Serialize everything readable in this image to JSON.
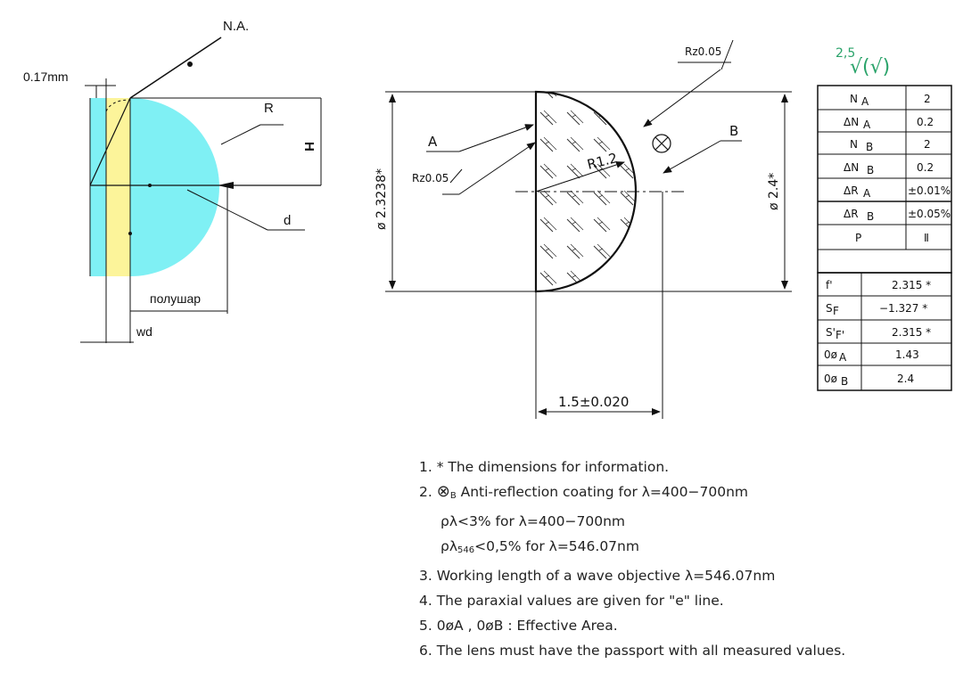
{
  "left_drawing": {
    "label_na": "N.A.",
    "label_thickness": "0.17mm",
    "label_r": "R",
    "label_h": "H",
    "label_d": "d",
    "label_hemisphere": "полушар",
    "label_wd": "wd",
    "colors": {
      "lens": "#7ff0f4",
      "plate": "#fcf49a",
      "ink": "#111111"
    }
  },
  "center_drawing": {
    "label_rz_top": "Rz0.05",
    "label_rz_left": "Rz0.05",
    "label_a": "A",
    "label_b": "B",
    "label_radius": "R1.2",
    "label_dia_left": "ø 2.3238*",
    "label_dia_right": "ø 2.4*",
    "label_width": "1.5±0.020"
  },
  "approval_mark": {
    "text": "2,5",
    "check": "√(√)",
    "color": "#2aa36a"
  },
  "spec_table": {
    "upper_rows": [
      {
        "param": "N",
        "sub": "A",
        "value": "2"
      },
      {
        "param": "ΔN",
        "sub": "A",
        "value": "0.2"
      },
      {
        "param": "N",
        "sub": "B",
        "value": "2"
      },
      {
        "param": "ΔN",
        "sub": "B",
        "value": "0.2"
      },
      {
        "param": "ΔR",
        "sub": "A",
        "value": "±0.01%"
      },
      {
        "param": "ΔR",
        "sub": "B",
        "value": "±0.05%"
      },
      {
        "param": "P",
        "sub": "",
        "value": "Ⅱ"
      }
    ],
    "lower_rows": [
      {
        "param": "f'",
        "value": "2.315 *"
      },
      {
        "param": "S",
        "sub": "F",
        "value": "−1.327 *"
      },
      {
        "param": "S'",
        "sub": "F'",
        "value": "2.315 *"
      },
      {
        "param": "0ø",
        "sub": "A",
        "value": "1.43"
      },
      {
        "param": "0ø",
        "sub": "B",
        "value": "2.4"
      }
    ]
  },
  "notes": [
    "1. * The dimensions for information.",
    "Anti-reflection coating for λ=400−700nm",
    "ρλ<3% for λ=400−700nm",
    "<0,5% for λ=546.07nm",
    "3. Working length of a wave objective λ=546.07nm",
    "4. The paraxial values are given for \"e\" line.",
    "5. 0øA , 0øB : Effective Area.",
    "6. The lens must have the passport with all measured values."
  ],
  "note_parts": {
    "n2_prefix": "2. ",
    "n2_symbol": "⊗",
    "n2_sub": "B",
    "n2b_rho": "ρλ",
    "n2b_sub": "546",
    "n2b_rho_prefix": "ρλ"
  }
}
